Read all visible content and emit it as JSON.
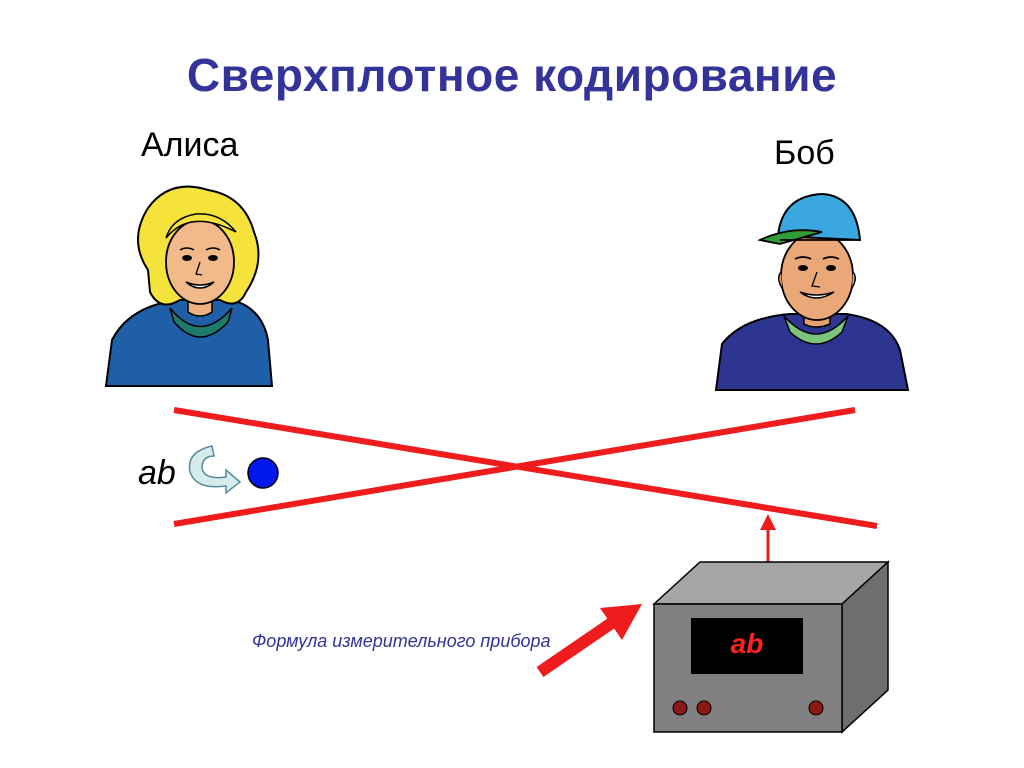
{
  "title": "Сверхплотное кодирование",
  "alice": {
    "name": "Алиса"
  },
  "bob": {
    "name": "Боб"
  },
  "message_left": "ab",
  "device": {
    "caption": "Формула измерительного прибора",
    "screen_text": "ab"
  },
  "colors": {
    "title": "#333399",
    "lines": "#ee1c1c",
    "qubit": "#0000ee",
    "device_body": "#808080",
    "screen": "#000000",
    "screen_text": "#ff2020",
    "caption": "#333399"
  }
}
